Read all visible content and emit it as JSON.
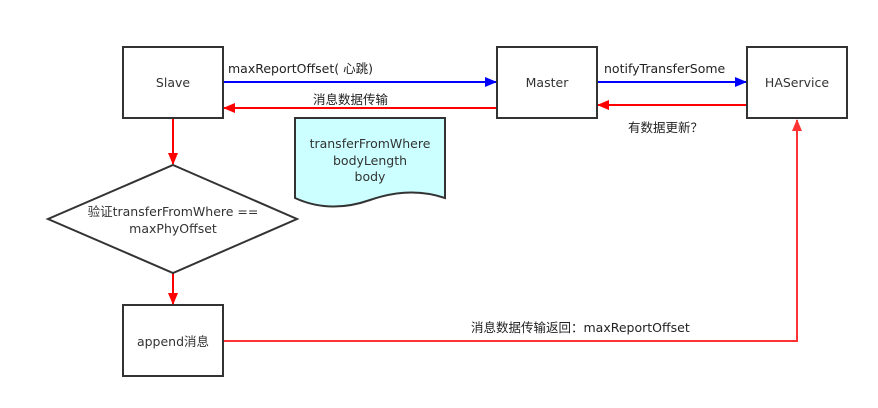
{
  "nodes": {
    "slave": {
      "label": "Slave"
    },
    "master": {
      "label": "Master"
    },
    "haservice": {
      "label": "HAService"
    },
    "check": {
      "line1": "验证transferFromWhere ==",
      "line2": "maxPhyOffset"
    },
    "append": {
      "label": "append消息"
    },
    "payload": {
      "line1": "transferFromWhere",
      "line2": "bodyLength",
      "line3": "body"
    }
  },
  "edges": {
    "heartbeat": {
      "label": "maxReportOffset( 心跳)",
      "color": "#0000ff"
    },
    "transfer": {
      "label": "消息数据传输",
      "color": "#ff0000"
    },
    "notify": {
      "label": "notifyTransferSome",
      "color": "#0000ff"
    },
    "has_data": {
      "label": "有数据更新？",
      "color": "#ff0000"
    },
    "return": {
      "label": "消息数据传输返回：maxReportOffset",
      "color": "#ff3333"
    }
  },
  "colors": {
    "stroke": "#333333",
    "document_fill": "#ccffff",
    "flow_red": "#ff0000",
    "flow_blue": "#0000ff"
  }
}
